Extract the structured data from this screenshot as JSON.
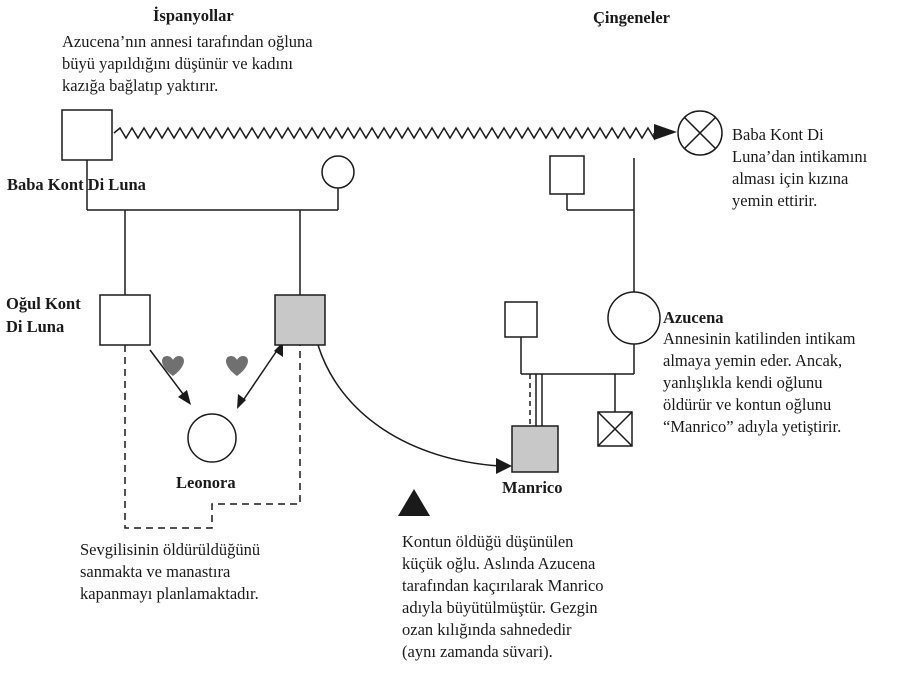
{
  "headers": {
    "spanish": "İspanyollar",
    "gypsies": "Çingeneler"
  },
  "notes": {
    "spanish_top": [
      "Azucena’nın annesi tarafından oğluna",
      "büyü yapıldığını düşünür ve kadını",
      "kazığa bağlatıp  yaktırır."
    ],
    "grandmother": [
      "Baba Kont Di",
      "Luna’dan intikamını",
      "alması için kızına",
      "yemin ettirir."
    ],
    "azucena": [
      "Annesinin katilinden intikam",
      "almaya yemin eder. Ancak,",
      "yanlışlıkla kendi oğlunu",
      "öldürür ve kontun oğlunu",
      "“Manrico” adıyla yetiştirir."
    ],
    "leonora": [
      "Sevgilisinin öldürüldüğünü",
      "sanmakta ve manastıra",
      "kapanmayı planlamaktadır."
    ],
    "manrico": [
      "Kontun öldüğü düşünülen",
      "küçük oğlu. Aslında Azucena",
      "tarafından kaçırılarak Manrico",
      "adıyla büyütülmüştür. Gezgin",
      "ozan kılığında sahnededir",
      "(aynı zamanda süvari)."
    ]
  },
  "names": {
    "father": "Baba Kont Di Luna",
    "son_count_line1": "Oğul Kont",
    "son_count_line2": "Di Luna",
    "leonora": "Leonora",
    "azucena": "Azucena",
    "manrico": "Manrico"
  },
  "colors": {
    "line": "#1a1a1a",
    "shaded": "#c8c8c8",
    "heart": "#707070"
  },
  "icons": {
    "love": "heart-icon",
    "marker": "triangle-icon"
  }
}
